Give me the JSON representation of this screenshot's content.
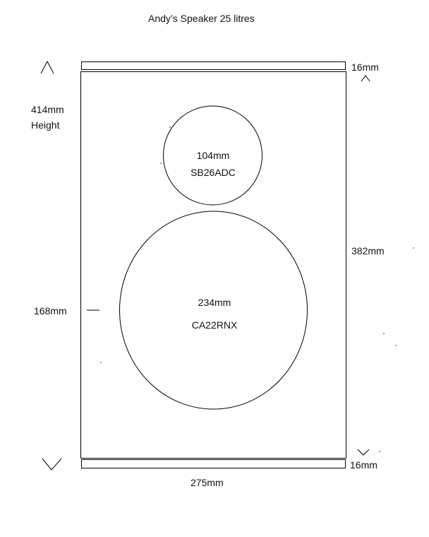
{
  "title": "Andy’s Speaker 25 litres",
  "dimensions": {
    "top_panel": "16mm",
    "bottom_panel": "16mm",
    "total_height": "414mm",
    "total_height_label": "Height",
    "inner_height": "382mm",
    "width": "275mm",
    "woofer_offset": "168mm"
  },
  "drivers": {
    "tweeter": {
      "size": "104mm",
      "model": "SB26ADC"
    },
    "woofer": {
      "size": "234mm",
      "model": "CA22RNX"
    }
  }
}
